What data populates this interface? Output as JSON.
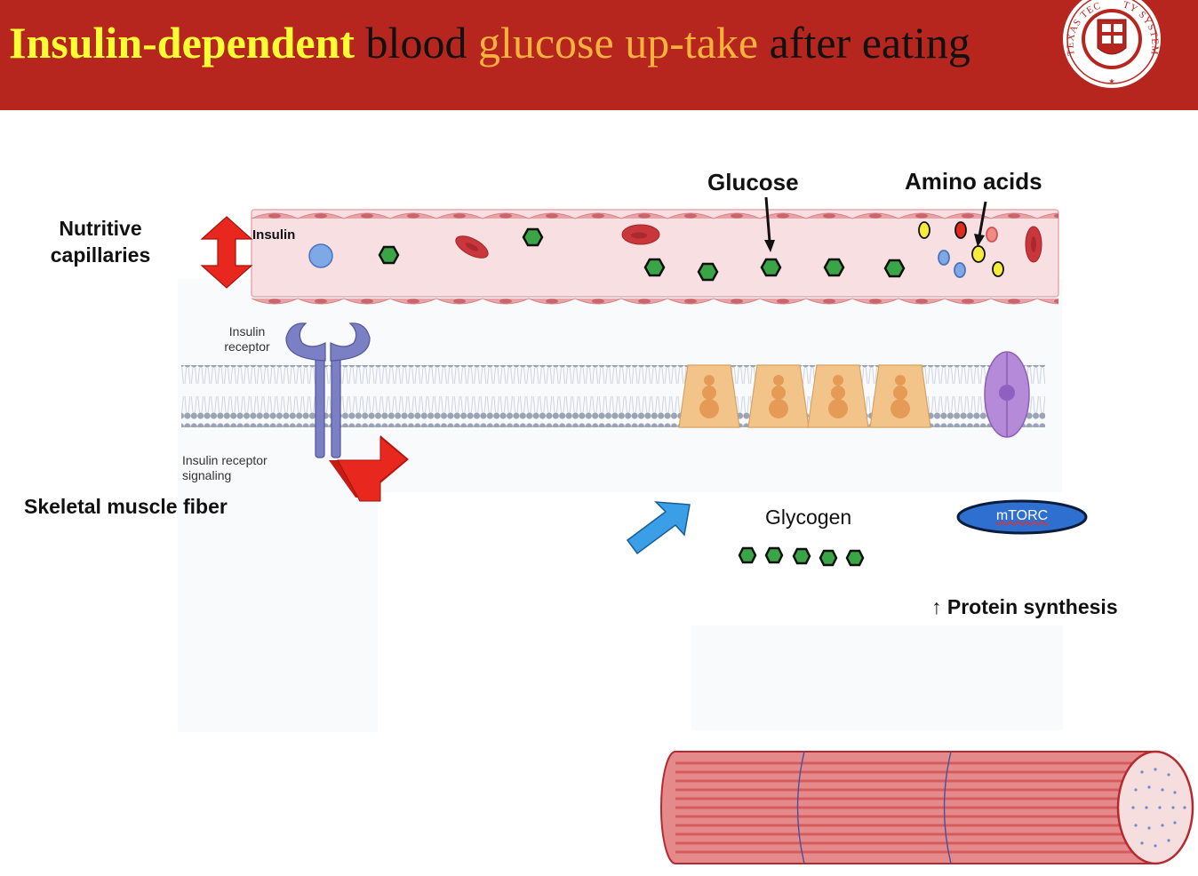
{
  "title": {
    "part1": "Insulin-dependent",
    "part2": " blood ",
    "part3": "glucose up-take",
    "part4": " after eating"
  },
  "colors": {
    "banner": "#b6261f",
    "title_yellow": "#ffff33",
    "title_orange": "#f6b23d",
    "glucose": "#3aa547",
    "glut4": "#f2c48a",
    "insulin_receptor": "#7b7fc4",
    "mtorc": "#2f6fcf",
    "arrow_red": "#e8281e",
    "arrow_blue": "#3a9fe6"
  },
  "seal": {
    "text_left": "TEXAS TEC",
    "text_right": "TY SYSTEM"
  },
  "labels": {
    "nutritive": "Nutritive",
    "capillaries": "capillaries",
    "insulin": "Insulin",
    "glucose": "Glucose",
    "amino_acids": "Amino acids",
    "insulin_receptor_1": "Insulin",
    "insulin_receptor_2": "receptor",
    "signaling_1": "Insulin receptor",
    "signaling_2": "signaling",
    "skeletal": "Skeletal muscle fiber",
    "glycogen": "Glycogen",
    "mtorc": "mTORC",
    "protein_synthesis": "↑ Protein synthesis"
  }
}
